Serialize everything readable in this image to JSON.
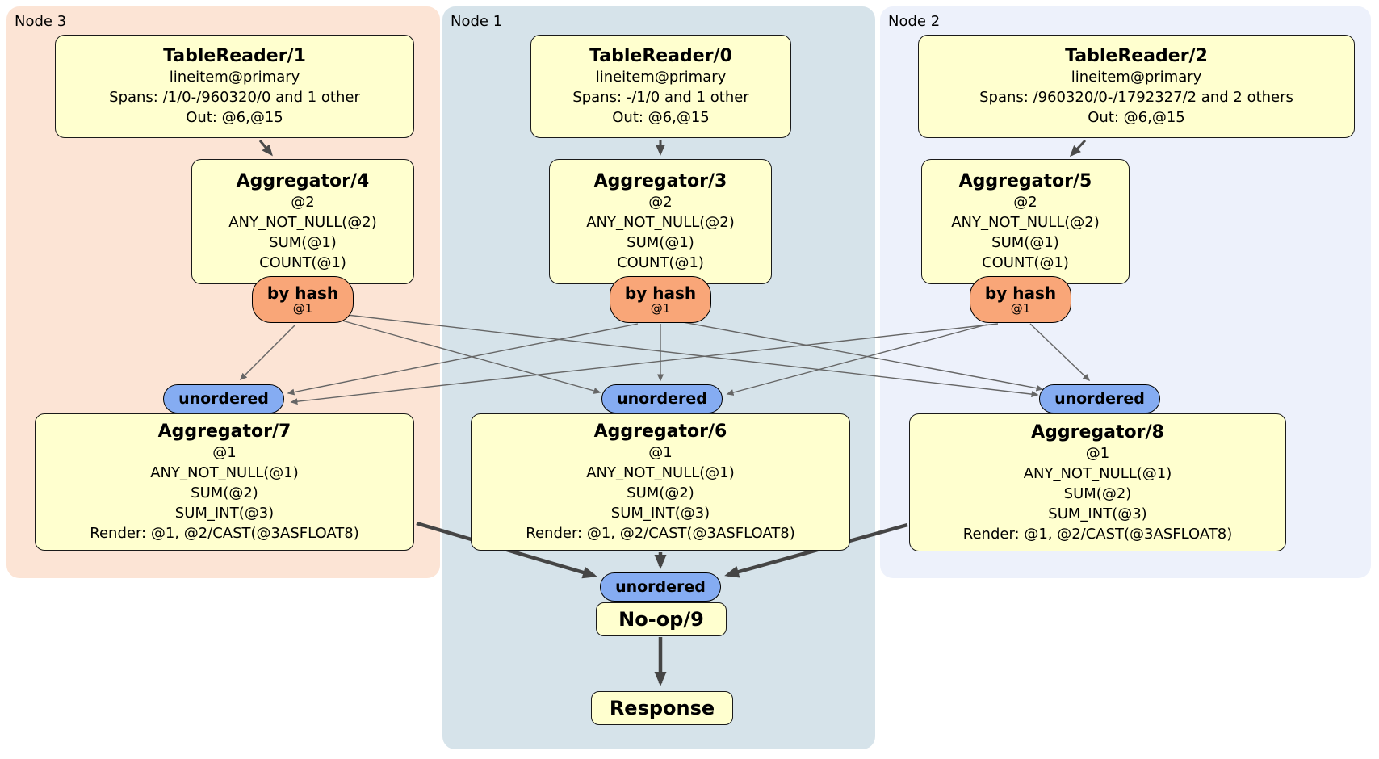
{
  "regions": [
    {
      "label": "Node 3"
    },
    {
      "label": "Node 1"
    },
    {
      "label": "Node 2"
    }
  ],
  "boxes": {
    "tr1": {
      "title": "TableReader/1",
      "lines": [
        "lineitem@primary",
        "Spans: /1/0-/960320/0 and 1 other",
        "Out: @6,@15"
      ]
    },
    "tr0": {
      "title": "TableReader/0",
      "lines": [
        "lineitem@primary",
        "Spans: -/1/0 and 1 other",
        "Out: @6,@15"
      ]
    },
    "tr2": {
      "title": "TableReader/2",
      "lines": [
        "lineitem@primary",
        "Spans: /960320/0-/1792327/2 and 2 others",
        "Out: @6,@15"
      ]
    },
    "agg4": {
      "title": "Aggregator/4",
      "lines": [
        "@2",
        "ANY_NOT_NULL(@2)",
        "SUM(@1)",
        "COUNT(@1)"
      ]
    },
    "agg3": {
      "title": "Aggregator/3",
      "lines": [
        "@2",
        "ANY_NOT_NULL(@2)",
        "SUM(@1)",
        "COUNT(@1)"
      ]
    },
    "agg5": {
      "title": "Aggregator/5",
      "lines": [
        "@2",
        "ANY_NOT_NULL(@2)",
        "SUM(@1)",
        "COUNT(@1)"
      ]
    },
    "agg7": {
      "title": "Aggregator/7",
      "lines": [
        "@1",
        "ANY_NOT_NULL(@1)",
        "SUM(@2)",
        "SUM_INT(@3)",
        "Render: @1, @2/CAST(@3ASFLOAT8)"
      ]
    },
    "agg6": {
      "title": "Aggregator/6",
      "lines": [
        "@1",
        "ANY_NOT_NULL(@1)",
        "SUM(@2)",
        "SUM_INT(@3)",
        "Render: @1, @2/CAST(@3ASFLOAT8)"
      ]
    },
    "agg8": {
      "title": "Aggregator/8",
      "lines": [
        "@1",
        "ANY_NOT_NULL(@1)",
        "SUM(@2)",
        "SUM_INT(@3)",
        "Render: @1, @2/CAST(@3ASFLOAT8)"
      ]
    },
    "noop": {
      "title": "No-op/9"
    },
    "response": {
      "title": "Response"
    }
  },
  "pills": {
    "by_hash": {
      "label": "by hash",
      "key": "@1"
    },
    "unordered": {
      "label": "unordered"
    }
  },
  "colors": {
    "node3_bg": "#fce4d5",
    "node1_bg": "#d6e3ea",
    "node2_bg": "#edf1fb",
    "box_fill": "#ffffcf",
    "box_border": "#1a1a1a",
    "hash_pill_fill": "#f9a678",
    "unordered_pill_fill": "#85acf2",
    "edge_thin": "#666666",
    "edge_thick": "#454545"
  }
}
